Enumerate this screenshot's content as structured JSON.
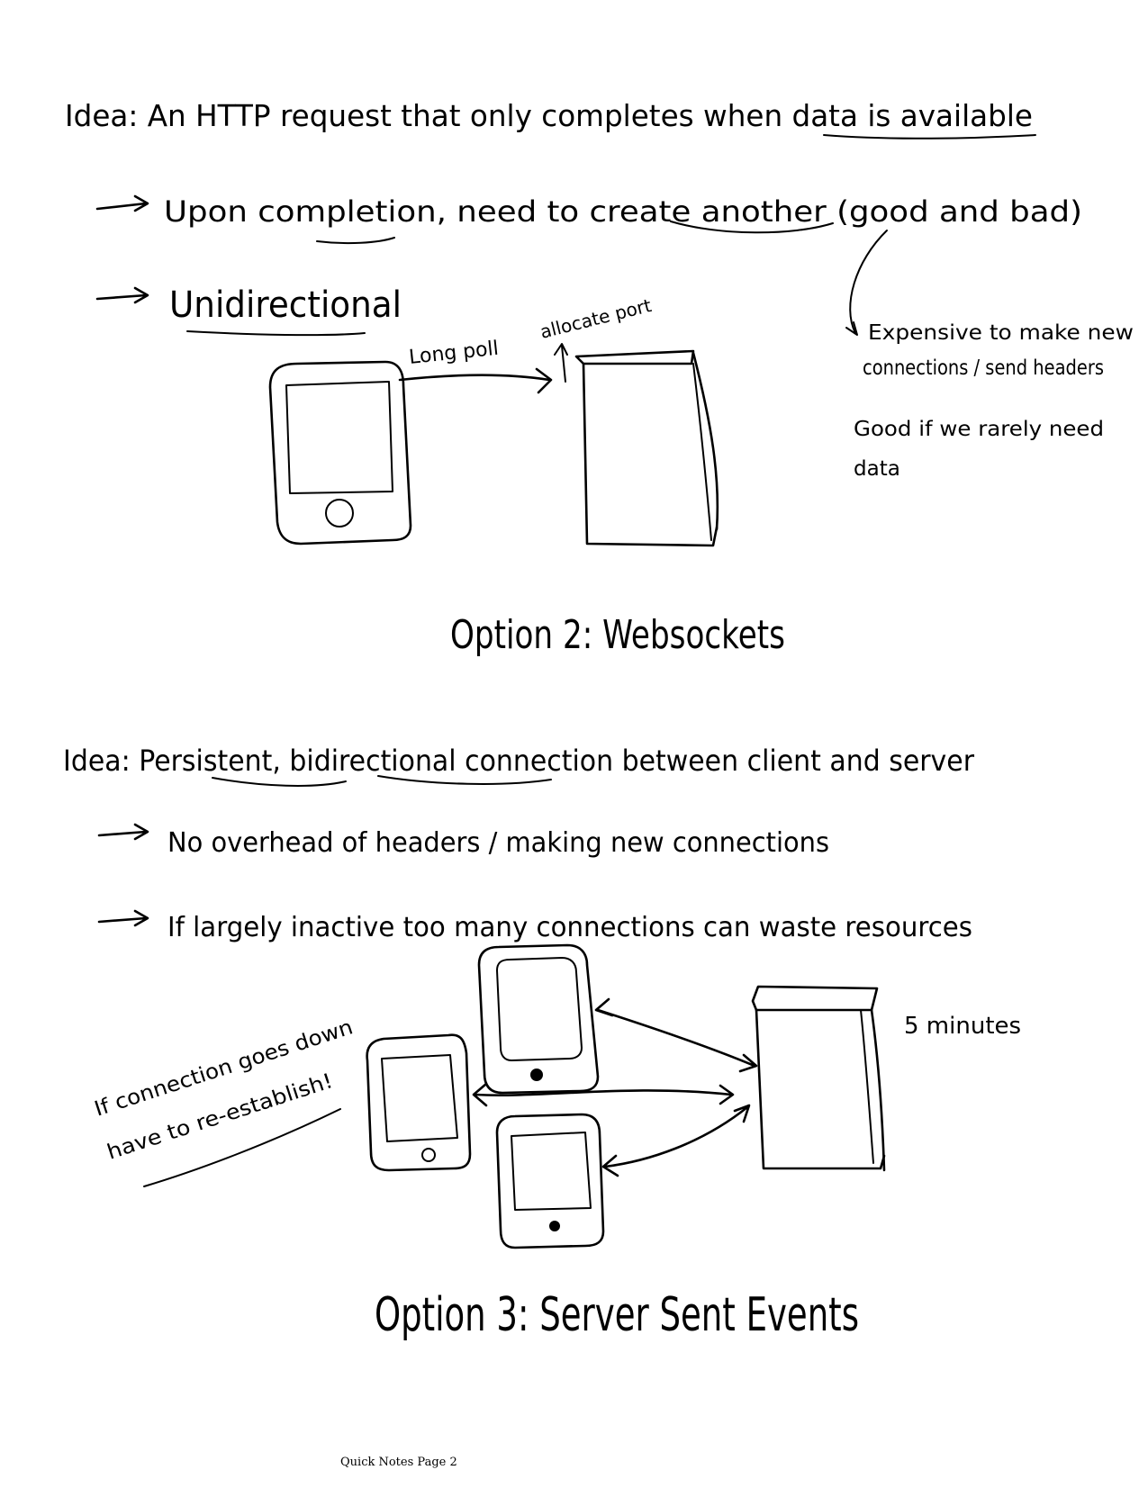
{
  "section1": {
    "idea": "Idea: An HTTP request that only completes when data is available",
    "bullet1": "Upon completion, need to create another (good and bad)",
    "bullet2": "Unidirectional",
    "label_long_poll": "Long poll",
    "label_allocate_port": "allocate port",
    "note_expensive_line1": "Expensive to make new",
    "note_expensive_line2": "connections / send headers",
    "note_good_line1": "Good if we rarely need",
    "note_good_line2": "data"
  },
  "option2_heading": "Option 2: Websockets",
  "section2": {
    "idea": "Idea: Persistent, bidirectional connection between client and server",
    "bullet1": "No overhead of headers / making new connections",
    "bullet2": "If largely inactive too many connections can waste resources",
    "note_reconnect_line1": "If connection goes down",
    "note_reconnect_line2": "have to re-establish!",
    "label_minutes": "5 minutes"
  },
  "option3_heading": "Option 3: Server Sent Events",
  "footer": "Quick Notes Page 2"
}
